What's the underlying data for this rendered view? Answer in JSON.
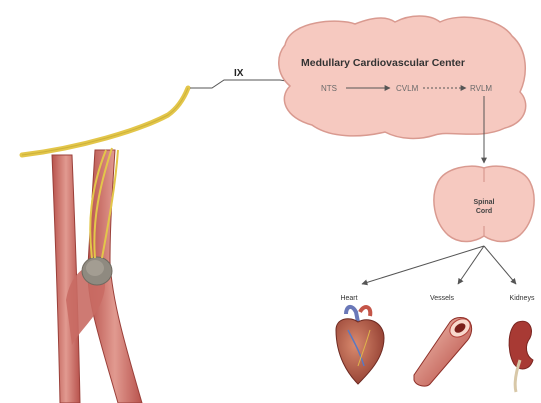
{
  "nerve_label": "IX",
  "center": {
    "title": "Medullary Cardiovascular  Center",
    "nuclei": [
      "NTS",
      "CVLM",
      "RVLM"
    ]
  },
  "spinal_cord": {
    "line1": "Spinal",
    "line2": "Cord"
  },
  "targets": [
    "Heart",
    "Vessels",
    "Kidneys"
  ],
  "colors": {
    "brain_fill": "#f6c9c0",
    "brain_stroke": "#d99a90",
    "artery": "#c66a62",
    "nerve": "#e3c64a",
    "arrow": "#555555"
  }
}
